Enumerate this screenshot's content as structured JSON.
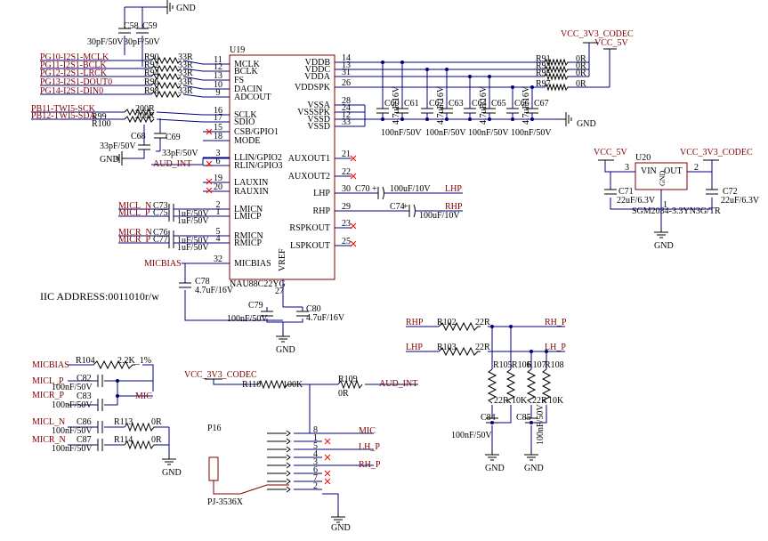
{
  "title": "IIC ADDRESS:0011010r/w",
  "u19": {
    "ref": "U19",
    "part": "NAU88C22YG",
    "left_pins": [
      {
        "num": "11",
        "name": "MCLK"
      },
      {
        "num": "12",
        "name": "BCLK"
      },
      {
        "num": "13",
        "name": "FS"
      },
      {
        "num": "10",
        "name": "DACIN"
      },
      {
        "num": "9",
        "name": "ADCOUT"
      },
      {
        "num": "16",
        "name": "SCLK"
      },
      {
        "num": "17",
        "name": "SDIO"
      },
      {
        "num": "15",
        "name": "CSB/GPIO1"
      },
      {
        "num": "18",
        "name": "MODE"
      },
      {
        "num": "3",
        "name": "LLIN/GPIO2"
      },
      {
        "num": "6",
        "name": "RLIN/GPIO3"
      },
      {
        "num": "19",
        "name": "LAUXIN"
      },
      {
        "num": "20",
        "name": "RAUXIN"
      },
      {
        "num": "2",
        "name": "LMICN"
      },
      {
        "num": "1",
        "name": "LMICP"
      },
      {
        "num": "5",
        "name": "RMICN"
      },
      {
        "num": "4",
        "name": "RMICP"
      },
      {
        "num": "32",
        "name": "MICBIAS"
      }
    ],
    "right_pins": [
      {
        "num": "14",
        "name": "VDDB"
      },
      {
        "num": "13",
        "name": "VDDC"
      },
      {
        "num": "31",
        "name": "VDDA"
      },
      {
        "num": "26",
        "name": "VDDSPK"
      },
      {
        "num": "28",
        "name": "VSSA"
      },
      {
        "num": "24",
        "name": "VSSSPK"
      },
      {
        "num": "12",
        "name": "VSSD"
      },
      {
        "num": "33",
        "name": "VSSD"
      },
      {
        "num": "21",
        "name": "AUXOUT1"
      },
      {
        "num": "22",
        "name": "AUXOUT2"
      },
      {
        "num": "30",
        "name": "LHP"
      },
      {
        "num": "29",
        "name": "RHP"
      },
      {
        "num": "23",
        "name": "RSPKOUT"
      },
      {
        "num": "25",
        "name": "LSPKOUT"
      }
    ],
    "bottom_pin": {
      "num": "27",
      "name": "VREF"
    }
  },
  "i2s_nets": [
    {
      "net": "PG10-I2S1-MCLK",
      "res": "R90",
      "val": "33R"
    },
    {
      "net": "PG11-I2S1-BCLK",
      "res": "R92",
      "val": "33R"
    },
    {
      "net": "PG12-I2S1-LRCK",
      "res": "R94",
      "val": "33R"
    },
    {
      "net": "PG13-I2S1-DOUT0",
      "res": "R96",
      "val": "33R"
    },
    {
      "net": "PG14-I2S1-DIN0",
      "res": "R98",
      "val": "33R"
    }
  ],
  "twi_nets": [
    {
      "net": "PB11-TWI5-SCK",
      "res": "R99",
      "val": "200R"
    },
    {
      "net": "PB12-TWI5-SDA",
      "res": "R100",
      "val": "200R"
    }
  ],
  "top_caps": {
    "c1": "C58",
    "c2": "C59",
    "v1": "30pF/50V",
    "v2": "30pF/50V",
    "gnd": "GND"
  },
  "twi_caps": {
    "c68": "C68",
    "c69": "C69",
    "v68": "33pF/50V",
    "v69": "33pF/50V",
    "gnd": "GND",
    "aud_int": "AUD_INT"
  },
  "power": {
    "vcc_codec": "VCC_3V3_CODEC",
    "vcc5": "VCC_5V",
    "gnd": "GND"
  },
  "power_res": [
    {
      "res": "R91",
      "val": "0R"
    },
    {
      "res": "R93",
      "val": "0R"
    },
    {
      "res": "R95",
      "val": "0R"
    },
    {
      "res": "R97",
      "val": "0R"
    }
  ],
  "decap": [
    {
      "ref": "C60",
      "val": "100nF/50V"
    },
    {
      "ref": "C61",
      "val": "4.7uF/16V"
    },
    {
      "ref": "C62",
      "val": "100nF/50V"
    },
    {
      "ref": "C63",
      "val": "4.7uF/16V"
    },
    {
      "ref": "C64",
      "val": "100nF/50V"
    },
    {
      "ref": "C65",
      "val": "4.7uF/16V"
    },
    {
      "ref": "C66",
      "val": "100nF/50V"
    },
    {
      "ref": "C67",
      "val": "4.7uF/16V"
    }
  ],
  "mic_in": [
    {
      "net": "MICL_N",
      "cap": "C73",
      "val": "1uF/50V"
    },
    {
      "net": "MICL_P",
      "cap": "C75",
      "val": "1uF/50V"
    },
    {
      "net": "MICR_N",
      "cap": "C76",
      "val": "1uF/50V"
    },
    {
      "net": "MICR_P",
      "cap": "C77",
      "val": "1uF/50V"
    }
  ],
  "micbias": {
    "net": "MICBIAS",
    "cap": "C78",
    "val": "4.7uF/16V"
  },
  "vref_caps": {
    "c79": "C79",
    "v79": "100nF/50V",
    "c80": "C80",
    "v80": "4.7uF/16V",
    "gnd": "GND"
  },
  "hp_out": {
    "c70": "C70",
    "c74": "C74",
    "v70": "100uF/10V",
    "v74": "100uF/10V",
    "lhp": "LHP",
    "rhp": "RHP",
    "plus": "+"
  },
  "reg": {
    "ref": "U20",
    "part": "SGM2034-3.3YN3G/TR",
    "vin": "VIN",
    "gnd_pin": "GND",
    "vout": "OUT",
    "p3": "3",
    "p2": "2",
    "p1": "1",
    "c71": "C71",
    "v71": "22uF/6.3V",
    "c72": "C72",
    "v72": "22uF/6.3V",
    "vin_net": "VCC_5V",
    "vout_net": "VCC_3V3_CODEC",
    "gnd": "GND"
  },
  "hp_filter": {
    "rhp": "RHP",
    "lhp": "LHP",
    "rh_p": "RH_P",
    "lh_p": "LH_P",
    "r102": "R102",
    "r103": "R103",
    "v102": "22R",
    "v103": "22R",
    "r105": "R105",
    "r106": "R106",
    "r107": "R107",
    "r108": "R108",
    "v105": "22R",
    "v106": "10K",
    "v107": "22R",
    "v108": "10K",
    "c84": "C84",
    "c85": "C85",
    "v84": "100nF/50V",
    "v85": "100nF/50V",
    "gnd": "GND"
  },
  "mic_sec": {
    "micbias": "MICBIAS",
    "r104": "R104",
    "v104": "2.2K_1%",
    "micl_p": "MICL_P",
    "micr_p": "MICR_P",
    "c82": "C82",
    "c83": "C83",
    "v82": "100nF/50V",
    "v83": "100nF/50V",
    "mic": "MIC",
    "micl_n": "MICL_N",
    "micr_n": "MICR_N",
    "c86": "C86",
    "c87": "C87",
    "v86": "100nF/50V",
    "v87": "100nF/50V",
    "r113": "R113",
    "r114": "R114",
    "v113": "0R",
    "v114": "0R",
    "gnd": "GND"
  },
  "jack": {
    "vcc": "VCC_3V3_CODEC",
    "r110": "R110",
    "v110": "100K",
    "r109": "R109",
    "v109": "0R",
    "aud_int": "AUD_INT",
    "ref": "P16",
    "part": "PJ-3536X",
    "pins": [
      "8",
      "1",
      "5",
      "4",
      "3",
      "6",
      "7",
      "2"
    ],
    "mic": "MIC",
    "lh_p": "LH_P",
    "rh_p": "RH_P",
    "gnd": "GND"
  }
}
